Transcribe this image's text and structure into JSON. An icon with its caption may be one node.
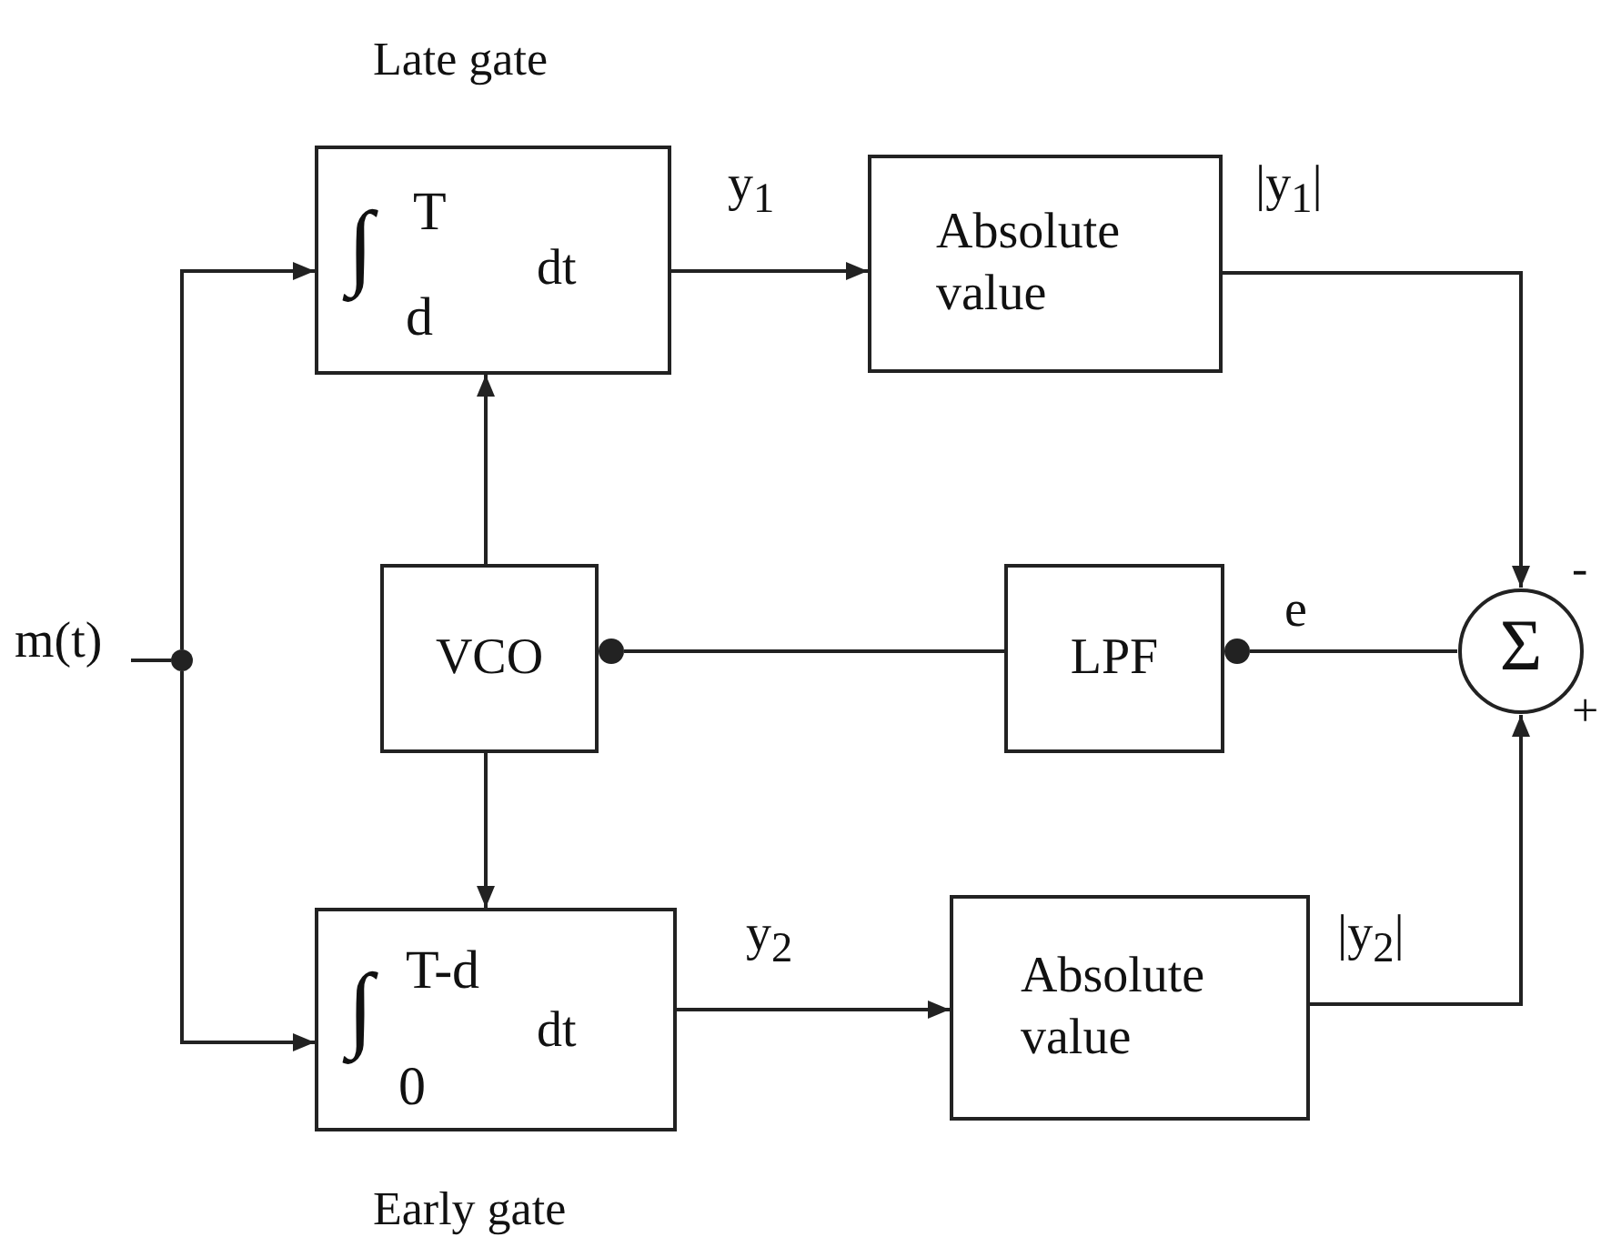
{
  "diagram": {
    "nodes": [
      {
        "text": [
          "∫",
          "T",
          "d",
          "dt"
        ],
        "beside": [
          "Late gate"
        ]
      },
      {
        "text": [
          "Absolute value"
        ]
      },
      {
        "text": [
          "m(t)"
        ]
      },
      {
        "text": [],
        "shape": "circle"
      },
      {
        "text": [
          "VCO"
        ]
      },
      {
        "text": [
          "LPF"
        ]
      },
      {
        "text": [
          "Σ"
        ],
        "beside": [
          "-",
          "+"
        ]
      },
      {
        "text": [
          "∫",
          "T-d",
          "0",
          "dt"
        ],
        "beside": [
          "Early gate"
        ]
      },
      {
        "text": [
          "Absolute value"
        ]
      }
    ],
    "edges": [
      {
        "from": 2,
        "to": 3,
        "arrow": "none"
      },
      {
        "from": 3,
        "to": 0,
        "arrow": "to"
      },
      {
        "from": 3,
        "to": 7,
        "arrow": "to"
      },
      {
        "from": 0,
        "to": 1,
        "arrow": "to",
        "label": "y$_{1}$"
      },
      {
        "from": 1,
        "to": 6,
        "arrow": "to",
        "label": "|y$_{1}$|"
      },
      {
        "from": 4,
        "to": 0,
        "arrow": "to"
      },
      {
        "from": 4,
        "to": 7,
        "arrow": "to"
      },
      {
        "from": 6,
        "to": 5,
        "arrow": "other",
        "label": "e"
      },
      {
        "from": 5,
        "to": 4,
        "arrow": "other"
      },
      {
        "from": 7,
        "to": 8,
        "arrow": "to",
        "label": "y$_{2}$"
      },
      {
        "from": 8,
        "to": 6,
        "arrow": "to",
        "label": "|y$_{2}$|"
      }
    ]
  }
}
